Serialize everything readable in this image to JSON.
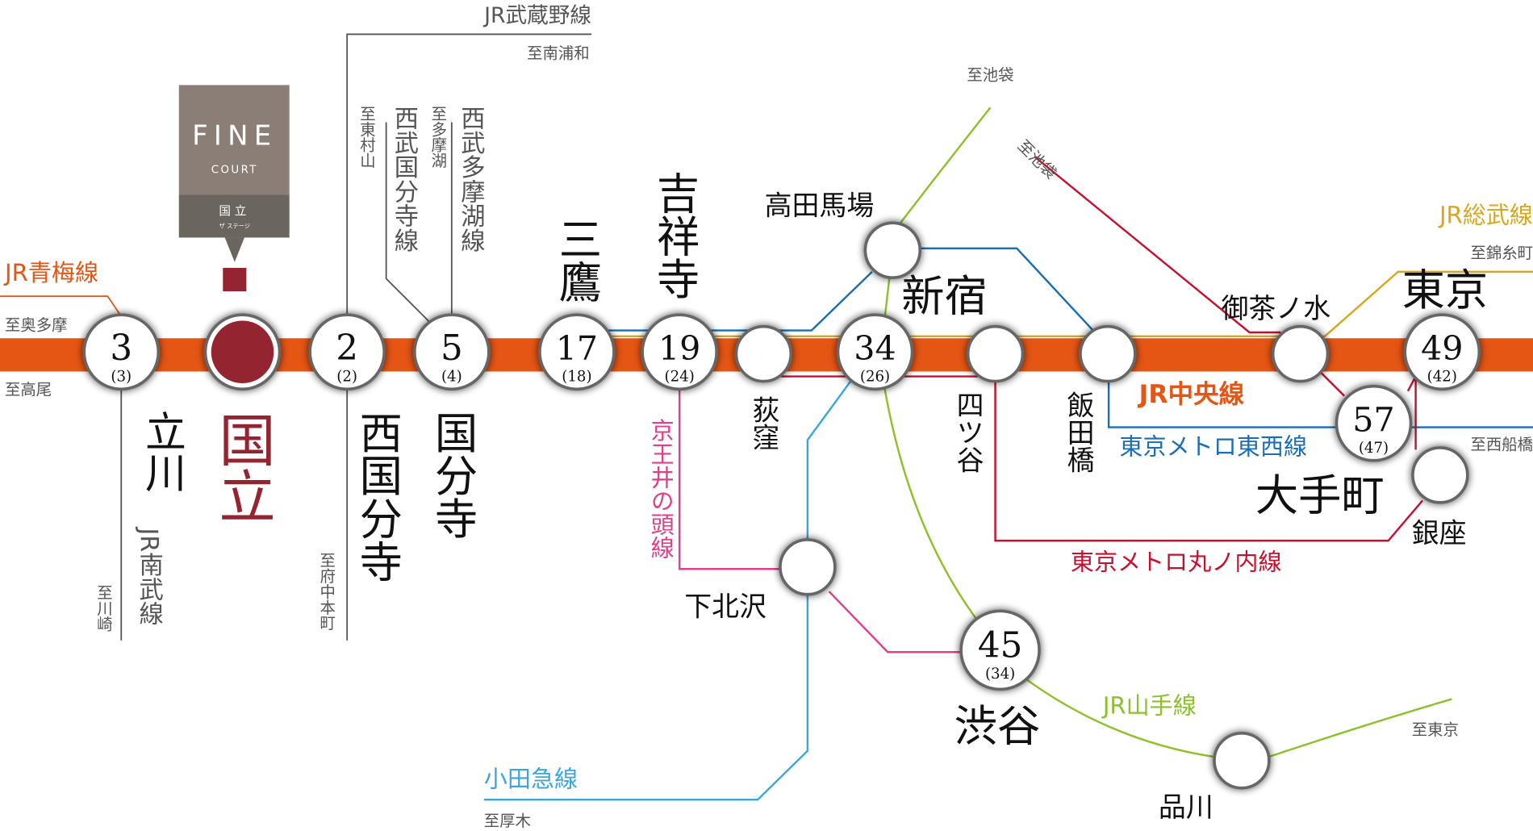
{
  "colors": {
    "chuo": "#e55514",
    "ome": "#e55514",
    "sobu": "#d9a61c",
    "tozai": "#1a6eb5",
    "marunouchi": "#c8102e",
    "yamanote": "#8cc12a",
    "odakyu": "#3aa6dd",
    "inokashira": "#e0408a",
    "gray_line": "#555555",
    "home": "#942430",
    "badge_top": "#8a7e76",
    "badge_bottom": "#6b6560"
  },
  "badge": {
    "brand": "FINE",
    "sub": "COURT",
    "name": "国立",
    "name_sub": "ザ ステージ"
  },
  "lines": {
    "ome": "JR青梅線",
    "chuo": "JR中央線",
    "musashino": "JR武蔵野線",
    "seibu_kokubunji": "西武国分寺線",
    "seibu_tamako": "西武多摩湖線",
    "nambu": "JR南武線",
    "inokashira": "京王井の頭線",
    "odakyu": "小田急線",
    "yamanote": "JR山手線",
    "sobu": "JR総武線",
    "tozai": "東京メトロ東西線",
    "marunouchi": "東京メトロ丸ノ内線"
  },
  "directions": {
    "okutama": "至奥多摩",
    "takao": "至高尾",
    "minami_urawa": "至南浦和",
    "higashimurayama": "至東村山",
    "tamako": "至多摩湖",
    "fuchu_hommachi": "至府中本町",
    "kawasaki": "至川崎",
    "ikebukuro_yamanote": "至池袋",
    "ikebukuro_marunouchi": "至池袋",
    "kinshicho": "至錦糸町",
    "nishifunabashi": "至西船橋",
    "atsugi": "至厚木",
    "tokyo": "至東京"
  },
  "stations": {
    "tachikawa": {
      "name": "立川",
      "min": "3",
      "alt": "(3)"
    },
    "kunitachi": {
      "name": "国立"
    },
    "nishikokubunji": {
      "name": "西国分寺",
      "min": "2",
      "alt": "(2)"
    },
    "kokubunji": {
      "name": "国分寺",
      "min": "5",
      "alt": "(4)"
    },
    "mitaka": {
      "name": "三鷹",
      "min": "17",
      "alt": "(18)"
    },
    "kichijoji": {
      "name": "吉祥寺",
      "min": "19",
      "alt": "(24)"
    },
    "ogikubo": {
      "name": "荻窪"
    },
    "takadanobaba": {
      "name": "高田馬場"
    },
    "shinjuku": {
      "name": "新宿",
      "min": "34",
      "alt": "(26)"
    },
    "yotsuya": {
      "name": "四ツ谷"
    },
    "iidabashi": {
      "name": "飯田橋"
    },
    "ochanomizu": {
      "name": "御茶ノ水"
    },
    "tokyo": {
      "name": "東京",
      "min": "49",
      "alt": "(42)"
    },
    "otemachi": {
      "name": "大手町",
      "min": "57",
      "alt": "(47)"
    },
    "ginza": {
      "name": "銀座"
    },
    "shimokitazawa": {
      "name": "下北沢"
    },
    "shibuya": {
      "name": "渋谷",
      "min": "45",
      "alt": "(34)"
    },
    "shinagawa": {
      "name": "品川"
    }
  }
}
